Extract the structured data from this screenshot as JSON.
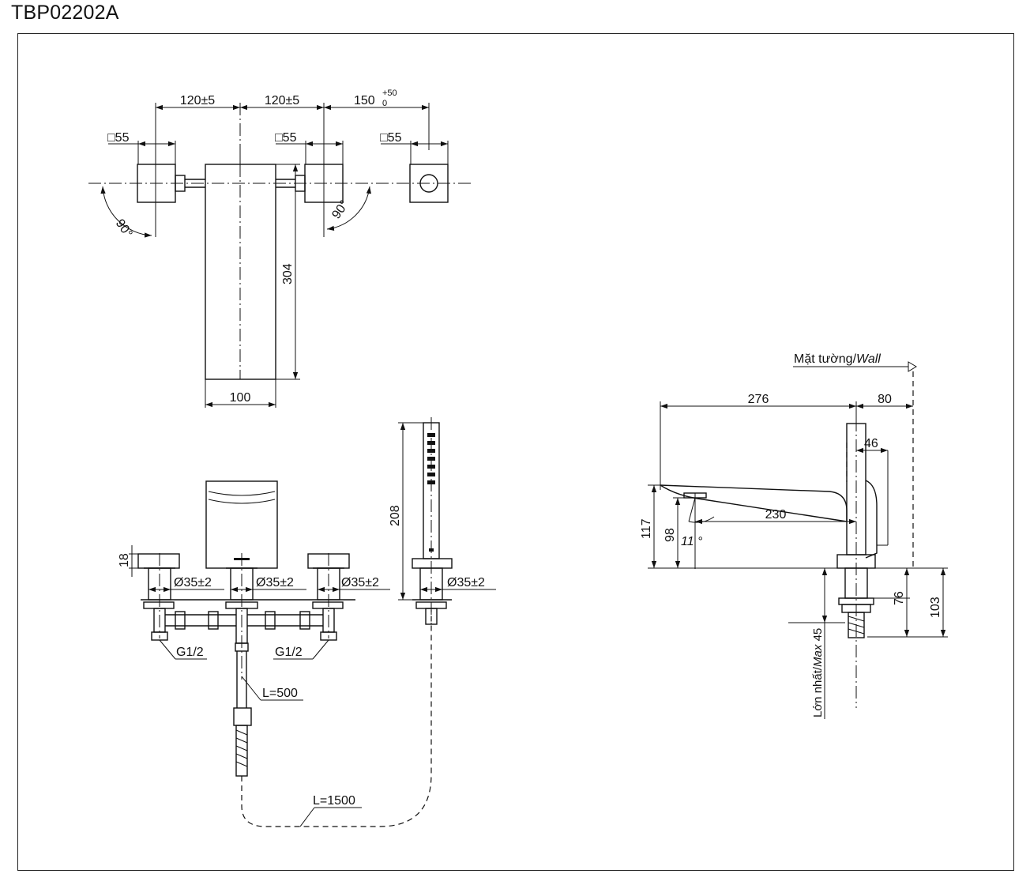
{
  "model_code": "TBP02202A",
  "top_view": {
    "dim_left_spacing": "120±5",
    "dim_mid_spacing": "120±5",
    "dim_right_spacing_base": "150",
    "dim_right_tol_upper": "+50",
    "dim_right_tol_lower": "0",
    "square_left": "□55",
    "square_mid": "□55",
    "square_right": "□55",
    "angle_left": "90°",
    "angle_right": "90°",
    "spout_length": "304",
    "spout_width": "100"
  },
  "front_view": {
    "handle_height": "18",
    "hole_left": "Ø35±2",
    "hole_mid": "Ø35±2",
    "hole_right": "Ø35±2",
    "hole_shower": "Ø35±2",
    "thread_left": "G1/2",
    "thread_right": "G1/2",
    "hose_short": "L=500",
    "hose_long": "L=1500",
    "shower_height": "208"
  },
  "side_view": {
    "wall_label_vi": "Mặt tường/",
    "wall_label_en": "Wall",
    "spout_reach": "276",
    "wall_offset": "80",
    "handle_depth": "46",
    "outlet_reach": "230",
    "spout_height": "117",
    "outlet_height": "98",
    "angle": "11 °",
    "thread_length": "76",
    "total_below": "103",
    "max_thickness_vi": "Lớn nhất/",
    "max_thickness_en": "Max",
    "max_thickness_value": "45"
  }
}
